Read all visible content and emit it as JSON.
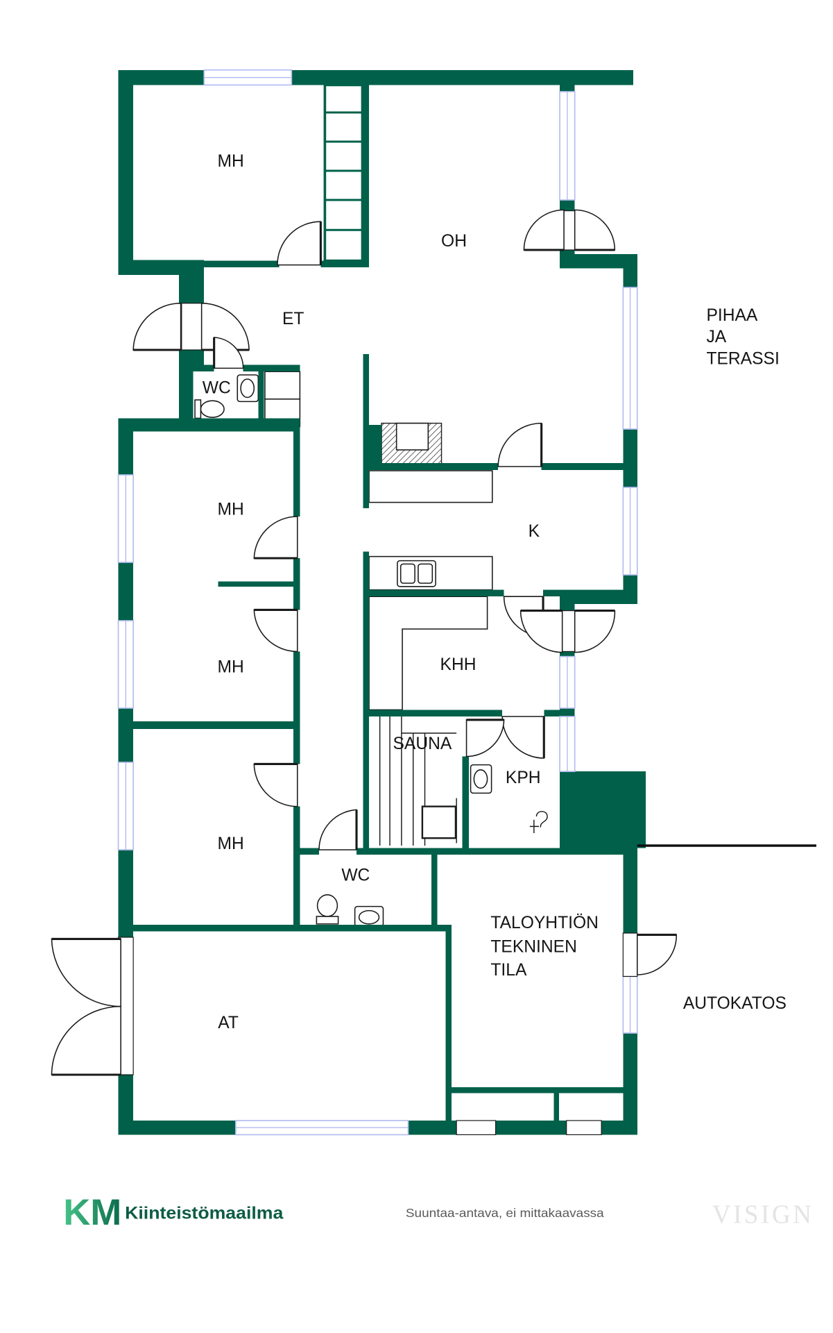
{
  "floor_plan": {
    "rooms": {
      "mh_top": "MH",
      "oh": "OH",
      "et": "ET",
      "wc_entry": "WC",
      "mh_middle_upper": "MH",
      "mh_middle_lower": "MH",
      "mh_bottom": "MH",
      "k": "K",
      "khh": "KHH",
      "sauna": "SAUNA",
      "kph": "KPH",
      "wc_lower": "WC",
      "tekninen_tila": [
        "TALOYHTIÖN",
        "TEKNINEN",
        "TILA"
      ],
      "at": "AT"
    },
    "outdoor": {
      "terrace": [
        "PIHAA",
        "JA",
        "TERASSI"
      ],
      "carport": "AUTOKATOS"
    }
  },
  "footer": {
    "logo_mark": "KM",
    "brand_name": "Kiinteistömaailma",
    "disclaimer": "Suuntaa-antava, ei mittakaavassa",
    "watermark": "VISIGN"
  },
  "colors": {
    "wall": "#00604a",
    "window_line": "#b4bdf0",
    "fixture_line": "#1a1a1a",
    "logo_light": "#46c488",
    "logo_dark": "#0b6a4b",
    "brand_text": "#0d5c44",
    "disclaimer_text": "#5a5a5a",
    "watermark": "#e4e4e4"
  }
}
